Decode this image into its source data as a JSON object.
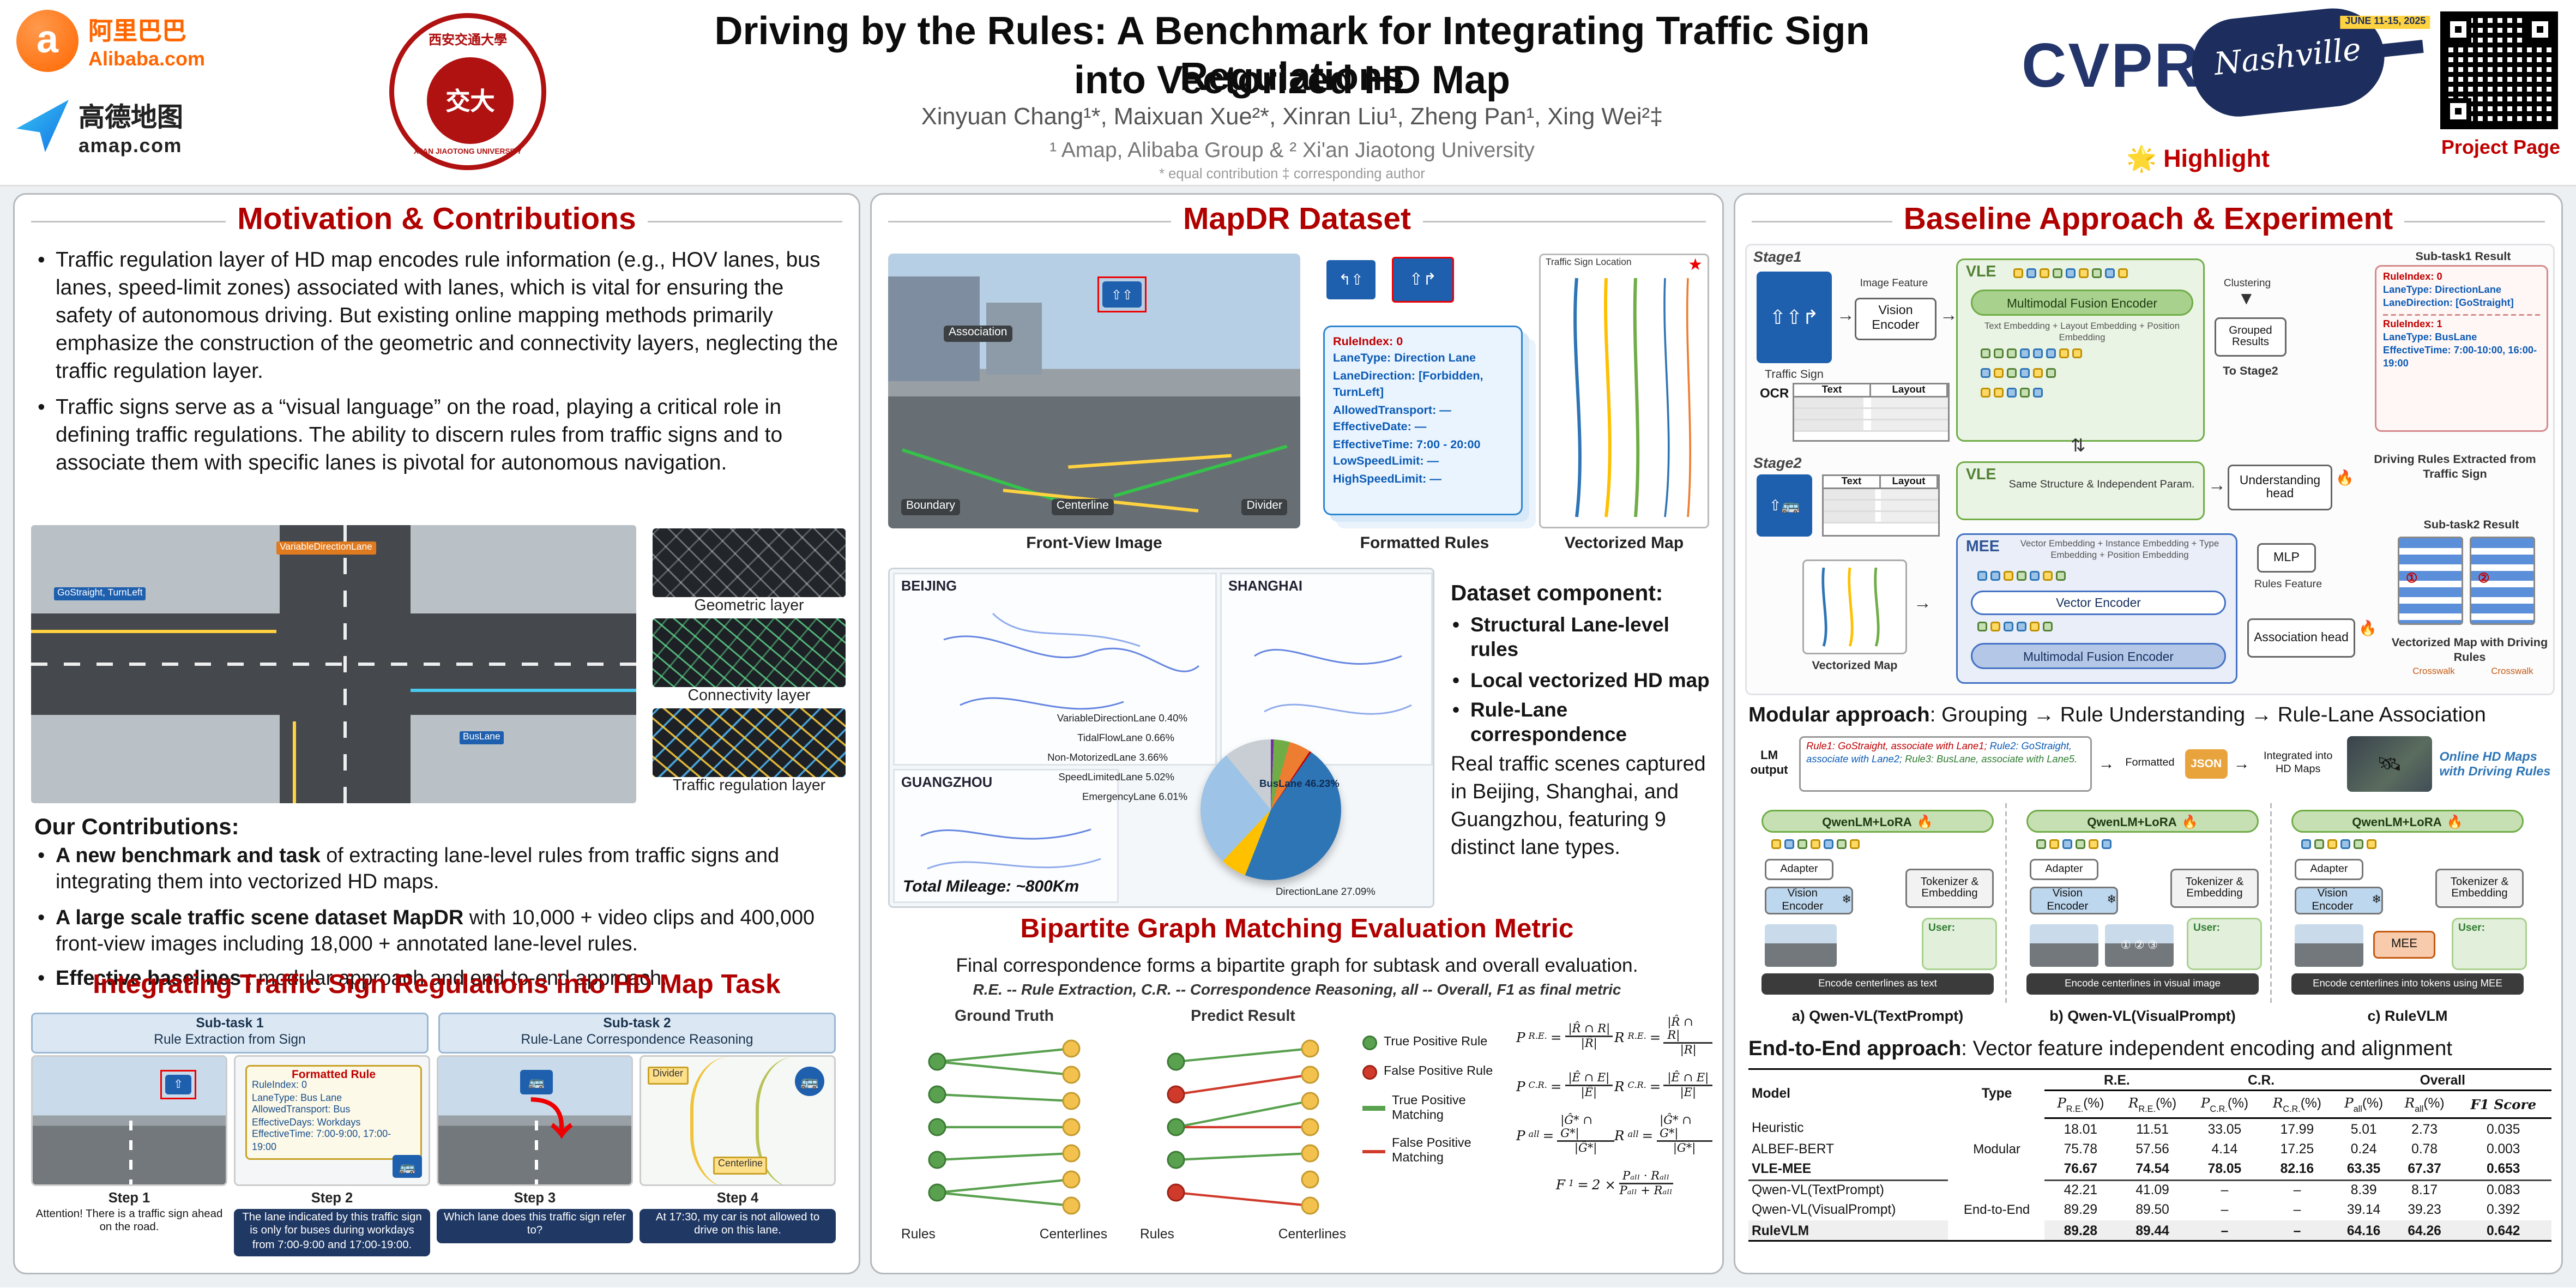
{
  "icons": {
    "star": "★",
    "fire": "🔥",
    "snow": "❄",
    "bus": "🚌",
    "satellite": "🛰",
    "arrow_up": "⇧",
    "arrows_sign": "↰ ⇧ ↱",
    "funnel": "▼",
    "swap": "⇅",
    "right": "→",
    "down": "↓",
    "curve": "⤵",
    "nums": "① ② ③"
  },
  "header": {
    "ali_cn": "阿里巴巴",
    "ali_en": "Alibaba.com",
    "amap_cn": "高德地图",
    "amap_en": "amap.com",
    "seal_cn": "西安交通大學",
    "seal_core": "交大",
    "seal_en": "XI'AN JIAOTONG UNIVERSITY",
    "title1": "Driving by the Rules: A Benchmark for Integrating Traffic Sign Regulations",
    "title2": "into Vectorized HD Map",
    "authors": "Xinyuan Chang¹*,  Maixuan Xue²*,  Xinran Liu¹,  Zheng Pan¹,  Xing Wei²‡",
    "affil": "¹ Amap, Alibaba Group &  ² Xi'an Jiaotong University",
    "foot": "* equal contribution   ‡ corresponding author",
    "cvpr": "CVPR",
    "city": "Nashville",
    "dates": "JUNE 11-15, 2025",
    "star": "🌟",
    "highlight": "Highlight",
    "project": "Project Page"
  },
  "col1": {
    "title": "Motivation & Contributions",
    "bullets": [
      "Traffic regulation layer of HD map encodes rule information (e.g., HOV lanes, bus lanes, speed-limit zones) associated with lanes, which is vital for ensuring the safety of autonomous driving.  But existing online mapping methods primarily emphasize the construction of the geometric and connectivity layers, neglecting the traffic regulation layer.",
      "Traffic signs serve as a “visual language” on the road, playing a critical role in defining traffic regulations. The ability to discern rules from traffic signs and to associate them with specific lanes is pivotal for autonomous navigation."
    ],
    "chips": [
      "GoStraight, TurnLeft",
      "BusLane",
      "VariableDirectionLane"
    ],
    "layers": [
      "Geometric layer",
      "Connectivity layer",
      "Traffic regulation layer"
    ],
    "contrib_h": "Our Contributions:",
    "contribs": [
      {
        "lead": "A new benchmark and task",
        "rest": " of extracting lane-level rules from traffic signs and integrating them into vectorized HD maps."
      },
      {
        "lead": "A large scale traffic scene dataset MapDR",
        "rest": " with 10,000 + video clips and 400,000 front-view images including 18,000 + annotated lane-level rules."
      },
      {
        "lead": "Effective baselines",
        "rest": " :  modular approach and end-to-end approach."
      }
    ],
    "task": {
      "title": "Integrating Traffic Sign Regulations into HD Map Task",
      "st1a": "Sub-task 1",
      "st1b": "Rule Extraction from Sign",
      "st2a": "Sub-task 2",
      "st2b": "Rule-Lane Correspondence Reasoning",
      "rule_title": "Formatted Rule",
      "rule_lines": [
        "RuleIndex: 0",
        "LaneType: Bus Lane",
        "AllowedTransport: Bus",
        "EffectiveDays: Workdays",
        "EffectiveTime: 7:00-9:00, 17:00-19:00"
      ],
      "divider": "Divider",
      "centerline": "Centerline",
      "steps": [
        "Step 1",
        "Step 2",
        "Step 3",
        "Step 4"
      ],
      "caps": [
        "Attention! There is a traffic sign ahead on the road.",
        "The lane indicated by this traffic sign is only for buses during workdays from 7:00-9:00 and 17:00-19:00.",
        "Which lane does this traffic sign refer to?",
        "At 17:30, my car is not allowed to drive on this lane."
      ]
    }
  },
  "col2": {
    "title": "MapDR Dataset",
    "fig1": {
      "assoc": "Association",
      "boundary": "Boundary",
      "centerline": "Centerline",
      "divider": "Divider",
      "cap_photo": "Front-View Image",
      "rule_lines": [
        "RuleIndex: 0",
        "LaneType: Direction Lane",
        "LaneDirection: [Forbidden, TurnLeft]",
        "AllowedTransport: —",
        "EffectiveDate: —",
        "EffectiveTime: 7:00 - 20:00",
        "LowSpeedLimit: —",
        "HighSpeedLimit: —"
      ],
      "cap_rules": "Formatted Rules",
      "cap_map": "Vectorized Map",
      "sign_loc": "Traffic Sign Location"
    },
    "fig2": {
      "cities": [
        "BEIJING",
        "SHANGHAI",
        "GUANGZHOU"
      ],
      "mileage": "Total Mileage: ~800Km",
      "pie": [
        {
          "label": "TidalFlowLane",
          "value": 0.66,
          "pct": "0.66%"
        },
        {
          "label": "Non-MotorizedLane",
          "value": 3.66,
          "pct": "3.66%"
        },
        {
          "label": "SpeedLimitedLane",
          "value": 5.02,
          "pct": "5.02%"
        },
        {
          "label": "VariableDirectionLane",
          "value": 0.4,
          "pct": "0.40%"
        },
        {
          "label": "BusLane",
          "value": 46.23,
          "pct": "46.23%"
        },
        {
          "label": "EmergencyLane",
          "value": 6.01,
          "pct": "6.01%"
        },
        {
          "label": "DirectionLane",
          "value": 27.09,
          "pct": "27.09%"
        }
      ],
      "pie_colors": [
        "#7030a0",
        "#70ad47",
        "#ed7d31",
        "#c00000",
        "#2e75b6",
        "#ffc000",
        "#9dc3e6"
      ]
    },
    "comp_h": "Dataset component:",
    "comps": [
      "Structural Lane-level rules",
      "Local vectorized HD map",
      "Rule-Lane correspondence"
    ],
    "scenes": "Real traffic scenes captured in Beijing, Shanghai, and Guangzhou, featuring 9 distinct lane types.",
    "metric": {
      "title": "Bipartite Graph Matching Evaluation Metric",
      "subtitle": "Final correspondence forms a bipartite graph for subtask and overall evaluation.",
      "note": "R.E. -- Rule Extraction, C.R. -- Correspondence Reasoning, all -- Overall, F1 as final metric",
      "gt": "Ground Truth",
      "pred": "Predict Result",
      "rules_l": "Rules",
      "ctr_l": "Centerlines",
      "legend": [
        "True Positive Rule",
        "False Positive Rule",
        "True Positive Matching",
        "False Positive Matching"
      ],
      "eq": "=",
      "formulas": [
        {
          "lb": "P",
          "ls": "R.E.",
          "num": "|R̂ ∩ R|",
          "den": "|R̂|"
        },
        {
          "lb": "R",
          "ls": "R.E.",
          "num": "|R̂ ∩ R|",
          "den": "|R|"
        },
        {
          "lb": "P",
          "ls": "C.R.",
          "num": "|Ê ∩ E|",
          "den": "|Ê|"
        },
        {
          "lb": "R",
          "ls": "C.R.",
          "num": "|Ê ∩ E|",
          "den": "|E|"
        },
        {
          "lb": "P",
          "ls": "all",
          "num": "|Ĝ* ∩ G*|",
          "den": "|Ĝ*|"
        },
        {
          "lb": "R",
          "ls": "all",
          "num": "|Ĝ* ∩ G*|",
          "den": "|G*|"
        }
      ],
      "f1": {
        "lb": "F",
        "ls": "1",
        "pre": "2 ×",
        "num": "Pₐₗₗ · Rₐₗₗ",
        "den": "Pₐₗₗ + Rₐₗₗ"
      }
    }
  },
  "col3": {
    "title": "Baseline Approach & Experiment",
    "arch": {
      "stage1": "Stage1",
      "stage2": "Stage2",
      "traffic_sign": "Traffic Sign",
      "image_feature": "Image Feature",
      "vision_encoder": "Vision Encoder",
      "vle": "VLE",
      "mfe": "Multimodal Fusion Encoder",
      "emb1": "Text Embedding + Layout Embedding + Position Embedding",
      "ocr": "OCR",
      "text_h": "Text",
      "layout_h": "Layout",
      "clustering": "Clustering",
      "grouped": "Grouped Results",
      "to_stage2": "To Stage2",
      "st1_result": "Sub-task1 Result",
      "r1": [
        "RuleIndex: 0",
        "LaneType: DirectionLane",
        "LaneDirection: [GoStraight]"
      ],
      "r2": [
        "RuleIndex: 1",
        "LaneType: BusLane",
        "EffectiveTime: 7:00-10:00, 16:00-19:00"
      ],
      "same_struct": "Same Structure & Independent Param.",
      "und_head": "Understanding head",
      "rules_extracted": "Driving Rules Extracted from Traffic Sign",
      "mee": "MEE",
      "emb2": "Vector Embedding + Instance Embedding + Type Embedding + Position Embedding",
      "vec_enc": "Vector Encoder",
      "mlp": "MLP",
      "rules_feature": "Rules Feature",
      "assoc_head": "Association head",
      "vmap": "Vectorized Map",
      "st2_result": "Sub-task2 Result",
      "vmap_rules": "Vectorized Map with Driving Rules",
      "crosswalk": "Crosswalk"
    },
    "modular": {
      "lead": "Modular approach",
      "rest": ": Grouping → Rule Understanding → Rule-Lane Association"
    },
    "strip": {
      "lm": "LM output",
      "t1": "Rule1: GoStraight, associate with Lane1;",
      "t2": "Rule2: GoStraight, associate with Lane2;",
      "t3": "Rule3: BusLane, associate with Lane5.",
      "formatted": "Formatted",
      "json": "JSON",
      "integrated": "Integrated into HD Maps",
      "online": "Online HD Maps with Driving Rules"
    },
    "pshared": {
      "qwen": "QwenLM+LoRA",
      "adapter": "Adapter",
      "venc": "Vision Encoder",
      "tok": "Tokenizer & Embedding",
      "user": "User:",
      "mee": "MEE",
      "nums": "① ② ③"
    },
    "panels": [
      {
        "cap": "Encode centerlines as text",
        "title": "a) Qwen-VL(TextPrompt)"
      },
      {
        "cap": "Encode centerlines in visual image",
        "title": "b) Qwen-VL(VisualPrompt)"
      },
      {
        "cap": "Encode centerlines into tokens using MEE",
        "title": "c) RuleVLM"
      }
    ],
    "e2e": {
      "lead": "End-to-End approach",
      "rest": ": Vector feature independent encoding and alignment"
    },
    "table": {
      "h_model": "Model",
      "h_type": "Type",
      "g_re": "R.E.",
      "g_cr": "C.R.",
      "g_overall": "Overall",
      "cols": [
        {
          "b": "P",
          "s": "R.E.",
          "u": "(%)"
        },
        {
          "b": "R",
          "s": "R.E.",
          "u": "(%)"
        },
        {
          "b": "P",
          "s": "C.R.",
          "u": "(%)"
        },
        {
          "b": "R",
          "s": "C.R.",
          "u": "(%)"
        },
        {
          "b": "P",
          "s": "all",
          "u": "(%)"
        },
        {
          "b": "R",
          "s": "all",
          "u": "(%)"
        },
        {
          "b": "F1 Score",
          "s": "",
          "u": ""
        }
      ],
      "t_modular": "Modular",
      "t_e2e": "End-to-End",
      "rows": [
        {
          "m": "Heuristic",
          "v": [
            "18.01",
            "11.51",
            "33.05",
            "17.99",
            "5.01",
            "2.73",
            "0.035"
          ]
        },
        {
          "m": "ALBEF-BERT",
          "v": [
            "75.78",
            "57.56",
            "4.14",
            "17.25",
            "0.24",
            "0.78",
            "0.003"
          ]
        },
        {
          "m": "VLE-MEE",
          "v": [
            "76.67",
            "74.54",
            "78.05",
            "82.16",
            "63.35",
            "67.37",
            "0.653"
          ]
        },
        {
          "m": "Qwen-VL(TextPrompt)",
          "v": [
            "42.21",
            "41.09",
            "–",
            "–",
            "8.39",
            "8.17",
            "0.083"
          ]
        },
        {
          "m": "Qwen-VL(VisualPrompt)",
          "v": [
            "89.29",
            "89.50",
            "–",
            "–",
            "39.14",
            "39.23",
            "0.392"
          ]
        },
        {
          "m": "RuleVLM",
          "v": [
            "89.28",
            "89.44",
            "–",
            "–",
            "64.16",
            "64.26",
            "0.642"
          ]
        }
      ]
    }
  }
}
